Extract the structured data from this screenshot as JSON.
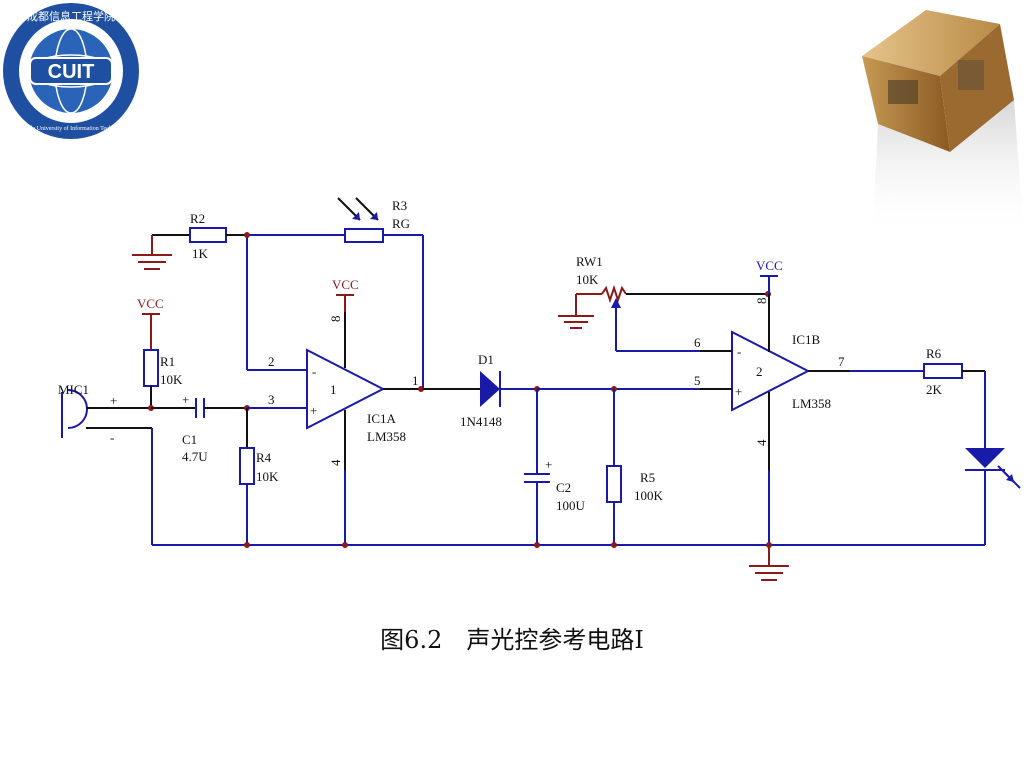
{
  "logo": {
    "name": "CUIT",
    "arc_text": "成都信息工程学院",
    "ring_text": "Chengdu University of Information Technology"
  },
  "caption": "图6.2　声光控参考电路Ⅰ",
  "power": {
    "vcc": "VCC"
  },
  "components": {
    "R1": {
      "ref": "R1",
      "value": "10K"
    },
    "R2": {
      "ref": "R2",
      "value": "1K"
    },
    "R3": {
      "ref": "R3",
      "value": "RG"
    },
    "R4": {
      "ref": "R4",
      "value": "10K"
    },
    "R5": {
      "ref": "R5",
      "value": "100K"
    },
    "R6": {
      "ref": "R6",
      "value": "2K"
    },
    "RW1": {
      "ref": "RW1",
      "value": "10K"
    },
    "C1": {
      "ref": "C1",
      "value": "4.7U"
    },
    "C2": {
      "ref": "C2",
      "value": "100U"
    },
    "D1": {
      "ref": "D1",
      "value": "1N4148"
    },
    "MIC1": {
      "ref": "MIC1"
    },
    "IC1A": {
      "ref": "IC1A",
      "value": "LM358",
      "unit": "1"
    },
    "IC1B": {
      "ref": "IC1B",
      "value": "LM358",
      "unit": "2"
    }
  },
  "pins": {
    "p1": "1",
    "p2": "2",
    "p3": "3",
    "p4": "4",
    "p5": "5",
    "p6": "6",
    "p7": "7",
    "p8": "8"
  },
  "polarity": {
    "plus": "+",
    "minus": "-"
  }
}
